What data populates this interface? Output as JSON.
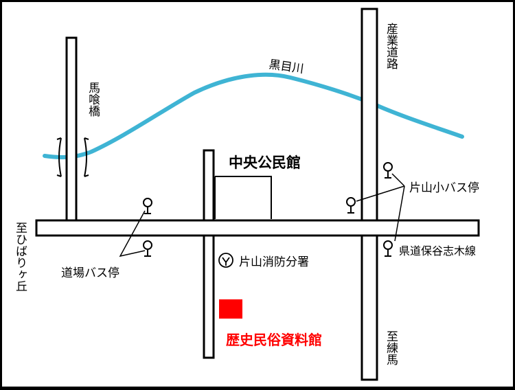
{
  "map": {
    "river": {
      "name": "黒目川",
      "color": "#3fb4d4"
    },
    "roads": {
      "road_north_east": "産業道路",
      "road_south_east": "至練馬",
      "bridge": "馬喰橋",
      "west_direction": "至ひばりヶ丘",
      "prefectural_road": "県道保谷志木線"
    },
    "places": {
      "community_hall": "中央公民館",
      "fire_station": "片山消防分署",
      "museum": {
        "name": "歴史民俗資料館",
        "color": "#ff0000"
      }
    },
    "bus_stops": {
      "katayama_elementary": "片山小バス停",
      "dojo": "道場バス停"
    },
    "icons": {
      "bus_stop": "bus-stop-icon",
      "fire_station": "fire-station-icon",
      "museum_marker": "red-square-marker-icon"
    }
  }
}
